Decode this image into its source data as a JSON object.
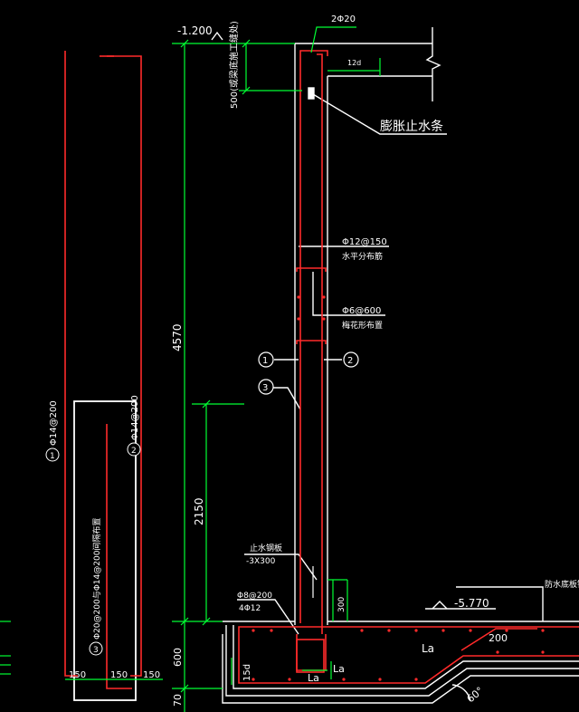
{
  "colors": {
    "background": "#000000",
    "rebar": "#ff2a2a",
    "dimension": "#00ff33",
    "outline": "#ffffff"
  },
  "elevations": {
    "top": "-1.200",
    "bottom": "-5.770"
  },
  "top_bars": "2Φ20",
  "dims": {
    "construction_joint": "500(或梁底施工缝处)",
    "wall_height": "4570",
    "lower_zone": "2150",
    "base_600": "600",
    "base_70": "70",
    "anchor_12d": "12d",
    "stop_300": "300",
    "anchor_15d": "15d",
    "left_150": "150",
    "mid_150": "150",
    "right_150": "150",
    "bottom_200": "200",
    "angle": "60°"
  },
  "notes": {
    "waterstop_strip": "膨胀止水条",
    "horizontal_bar": "Φ12@150",
    "horizontal_bar_desc": "水平分布筋",
    "tie_bar": "Φ6@600",
    "tie_bar_desc": "梅花形布置",
    "steel_plate": "止水钢板",
    "steel_plate_size": "-3X300",
    "stirrup": "Φ8@200",
    "stirrup_bars": "4Φ12",
    "waterproof": "防水底板钢筋",
    "la_1": "La",
    "la_2": "La",
    "la_3": "La"
  },
  "markers": {
    "m1": "1",
    "m2": "2",
    "m3": "3"
  },
  "bar_details": {
    "bar1": "Φ14@200",
    "bar2": "Φ14@200",
    "bar3": "Φ20@200与Φ14@200间隔布置"
  }
}
